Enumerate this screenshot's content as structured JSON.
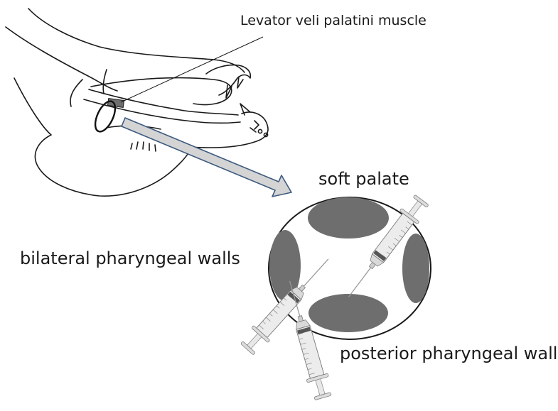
{
  "labels": {
    "muscle": "Levator veli palatini muscle",
    "soft_palate": "soft palate",
    "bilateral_walls": "bilateral pharyngeal walls",
    "posterior_wall": "posterior pharyngeal wall"
  },
  "colors": {
    "line": "#1a1a1a",
    "injection_site": "#6e6e6e",
    "arrow_fill": "#d4d4d4",
    "arrow_stroke": "#3d5a80",
    "syringe_body": "#e6e6e6",
    "syringe_marks": "#8a8a8a"
  },
  "icons": [
    "syringe-icon",
    "syringe-icon",
    "syringe-icon"
  ]
}
